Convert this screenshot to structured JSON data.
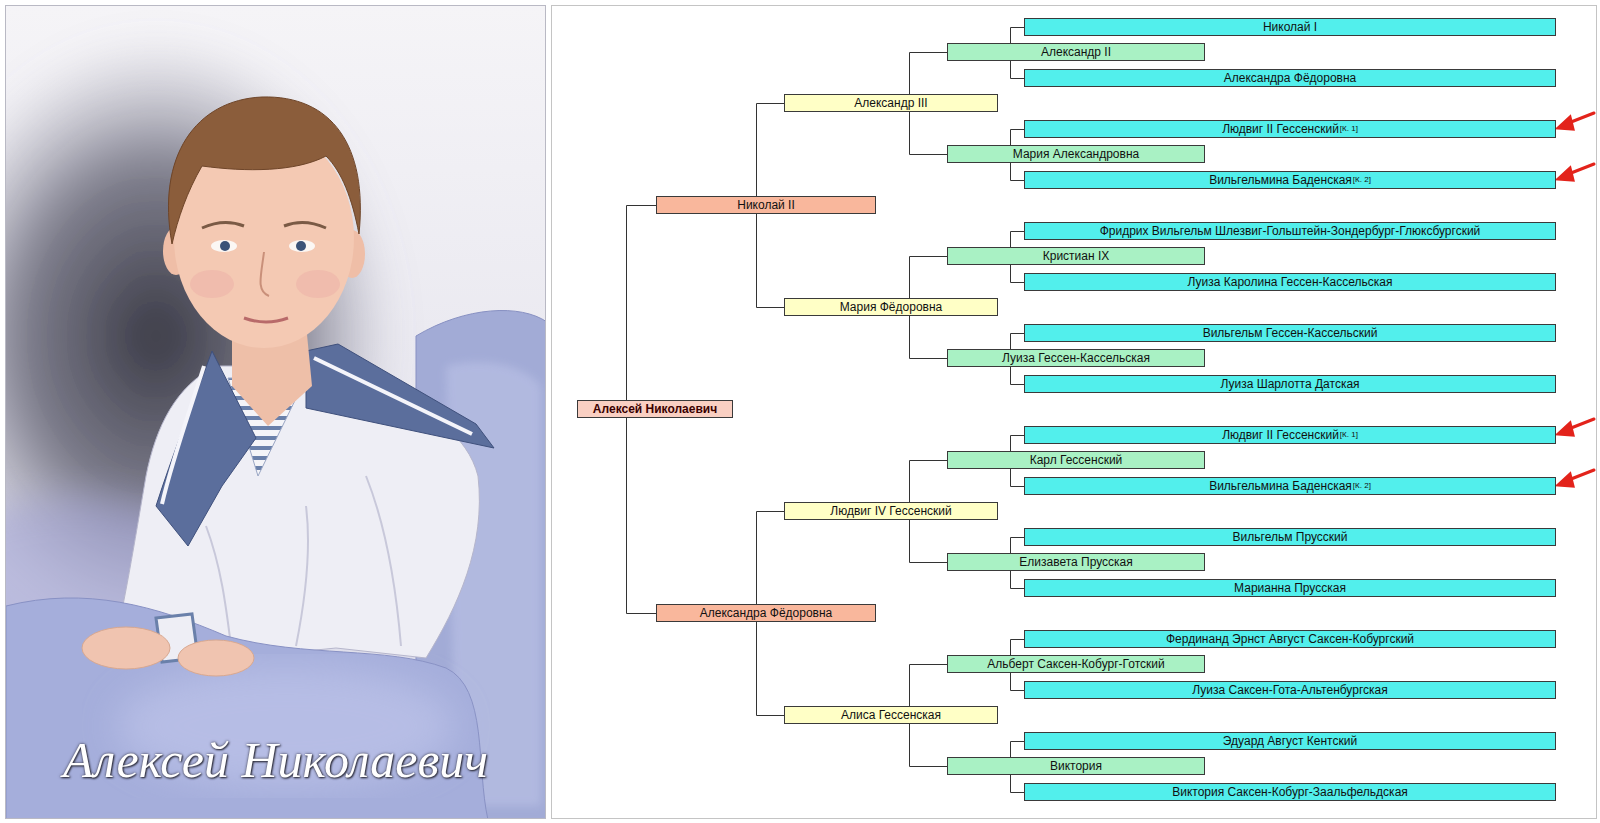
{
  "diagram": {
    "nodes": [
      {
        "text": [
          "Алексей Николаевич"
        ]
      },
      {
        "text": [
          "Николай II"
        ]
      },
      {
        "text": [
          "Александр III"
        ]
      },
      {
        "text": [
          "Александр II"
        ]
      },
      {
        "text": [
          "Николай I"
        ]
      },
      {
        "text": [
          "Александра Фёдоровна"
        ]
      },
      {
        "text": [
          "Мария Александровна"
        ]
      },
      {
        "text": [
          "Людвиг II Гессенский",
          "[К. 1]"
        ]
      },
      {
        "text": [
          "Вильгельмина Баденская",
          "[К. 2]"
        ]
      },
      {
        "text": [
          "Мария Фёдоровна"
        ]
      },
      {
        "text": [
          "Кристиан IX"
        ]
      },
      {
        "text": [
          "Фридрих Вильгельм Шлезвиг-Гольштейн-Зондербург-Глюксбургский"
        ]
      },
      {
        "text": [
          "Луиза Каролина Гессен-Кассельская"
        ]
      },
      {
        "text": [
          "Луиза Гессен-Кассельская"
        ]
      },
      {
        "text": [
          "Вильгельм Гессен-Кассельский"
        ]
      },
      {
        "text": [
          "Луиза Шарлотта Датская"
        ]
      },
      {
        "text": [
          "Александра Фёдоровна"
        ]
      },
      {
        "text": [
          "Людвиг IV Гессенский"
        ]
      },
      {
        "text": [
          "Карл Гессенский"
        ]
      },
      {
        "text": [
          "Людвиг II Гессенский",
          "[К. 1]"
        ]
      },
      {
        "text": [
          "Вильгельмина Баденская",
          "[К. 2]"
        ]
      },
      {
        "text": [
          "Елизавета Прусская"
        ]
      },
      {
        "text": [
          "Вильгельм Прусский"
        ]
      },
      {
        "text": [
          "Марианна Прусская"
        ]
      },
      {
        "text": [
          "Алиса Гессенская"
        ]
      },
      {
        "text": [
          "Альберт Саксен-Кобург-Готский"
        ]
      },
      {
        "text": [
          "Фердинанд Эрнст Август Саксен-Кобургский"
        ]
      },
      {
        "text": [
          "Луиза Саксен-Гота-Альтенбургская"
        ]
      },
      {
        "text": [
          "Виктория"
        ]
      },
      {
        "text": [
          "Эдуард Август Кентский"
        ]
      },
      {
        "text": [
          "Виктория Саксен-Кобург-Заальфельдская"
        ]
      }
    ],
    "edges": [
      {
        "from": 0,
        "to": 1,
        "arrow": "none"
      },
      {
        "from": 0,
        "to": 16,
        "arrow": "none"
      },
      {
        "from": 1,
        "to": 2,
        "arrow": "none"
      },
      {
        "from": 1,
        "to": 9,
        "arrow": "none"
      },
      {
        "from": 2,
        "to": 3,
        "arrow": "none"
      },
      {
        "from": 2,
        "to": 6,
        "arrow": "none"
      },
      {
        "from": 3,
        "to": 4,
        "arrow": "none"
      },
      {
        "from": 3,
        "to": 5,
        "arrow": "none"
      },
      {
        "from": 6,
        "to": 7,
        "arrow": "none"
      },
      {
        "from": 6,
        "to": 8,
        "arrow": "none"
      },
      {
        "from": 9,
        "to": 10,
        "arrow": "none"
      },
      {
        "from": 9,
        "to": 13,
        "arrow": "none"
      },
      {
        "from": 10,
        "to": 11,
        "arrow": "none"
      },
      {
        "from": 10,
        "to": 12,
        "arrow": "none"
      },
      {
        "from": 13,
        "to": 14,
        "arrow": "none"
      },
      {
        "from": 13,
        "to": 15,
        "arrow": "none"
      },
      {
        "from": 16,
        "to": 17,
        "arrow": "none"
      },
      {
        "from": 16,
        "to": 24,
        "arrow": "none"
      },
      {
        "from": 17,
        "to": 18,
        "arrow": "none"
      },
      {
        "from": 17,
        "to": 21,
        "arrow": "none"
      },
      {
        "from": 18,
        "to": 19,
        "arrow": "none"
      },
      {
        "from": 18,
        "to": 20,
        "arrow": "none"
      },
      {
        "from": 21,
        "to": 22,
        "arrow": "none"
      },
      {
        "from": 21,
        "to": 23,
        "arrow": "none"
      },
      {
        "from": 24,
        "to": 25,
        "arrow": "none"
      },
      {
        "from": 24,
        "to": 28,
        "arrow": "none"
      },
      {
        "from": 25,
        "to": 26,
        "arrow": "none"
      },
      {
        "from": 25,
        "to": 27,
        "arrow": "none"
      },
      {
        "from": 28,
        "to": 29,
        "arrow": "none"
      },
      {
        "from": 28,
        "to": 30,
        "arrow": "none"
      }
    ],
    "labels": [
      "Алексей Николаевич"
    ]
  }
}
